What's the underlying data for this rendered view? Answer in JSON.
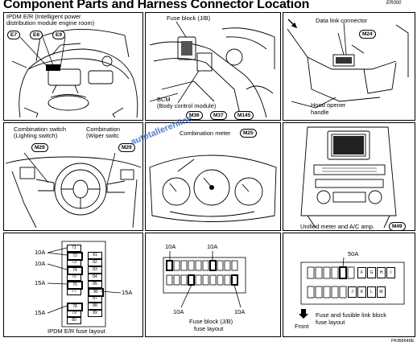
{
  "page": {
    "title": "Component Parts and Harness Connector Location",
    "ref_code": "ER000",
    "image_code": "PKIB8648E",
    "watermark": "autotallerenline"
  },
  "panels": {
    "ipdm": {
      "label_line1": "IPDM E/R (Intelligent power",
      "label_line2": "distribution module engine room)",
      "connectors": [
        "E7",
        "E8",
        "E9"
      ]
    },
    "fuse_block": {
      "label": "Fuse block (J/B)",
      "bcm_line1": "BCM",
      "bcm_line2": "(Body control module)",
      "connectors": [
        "M36",
        "M37",
        "M145"
      ]
    },
    "data_link": {
      "label": "Data link connector",
      "connector": "M24",
      "hood_line1": "Hood opener",
      "hood_line2": "handle"
    },
    "combination_switch": {
      "label1_line1": "Combination switch",
      "label1_line2": "(Lighting switch)",
      "label2_line1": "Combination",
      "label2_line2": "(Wiper switc",
      "connector1": "M29",
      "connector2": "M29"
    },
    "combination_meter": {
      "label": "Combination meter",
      "connector": "M25"
    },
    "unified_meter": {
      "label": "Unified meter and A/C amp.",
      "connector": "M49"
    },
    "ipdm_fuse_layout": {
      "caption": "IPDM E/R fuse layout",
      "amp_labels": [
        "10A",
        "10A",
        "15A",
        "15A",
        "15A"
      ],
      "left_column": [
        "71",
        "72",
        "73",
        "74",
        "75",
        "76",
        "77",
        "78",
        "79",
        "80"
      ],
      "right_column": [
        "81",
        "82",
        "83",
        "84",
        "85",
        "86",
        "87",
        "88",
        "89"
      ]
    },
    "jb_fuse_layout": {
      "caption_line1": "Fuse block (J/B)",
      "caption_line2": "fuse layout",
      "amp_top_left": "10A",
      "amp_top_right": "10A",
      "amp_bottom_left": "10A",
      "amp_bottom_right": "10A"
    },
    "fusible_link": {
      "amp_label": "50A",
      "front_label": "Front",
      "caption_line1": "Fuse and fusible link block",
      "caption_line2": "fuse layout",
      "row1": [
        "F",
        "G",
        "H",
        "I"
      ],
      "row2": [
        "J",
        "K",
        "L",
        "M"
      ]
    }
  }
}
